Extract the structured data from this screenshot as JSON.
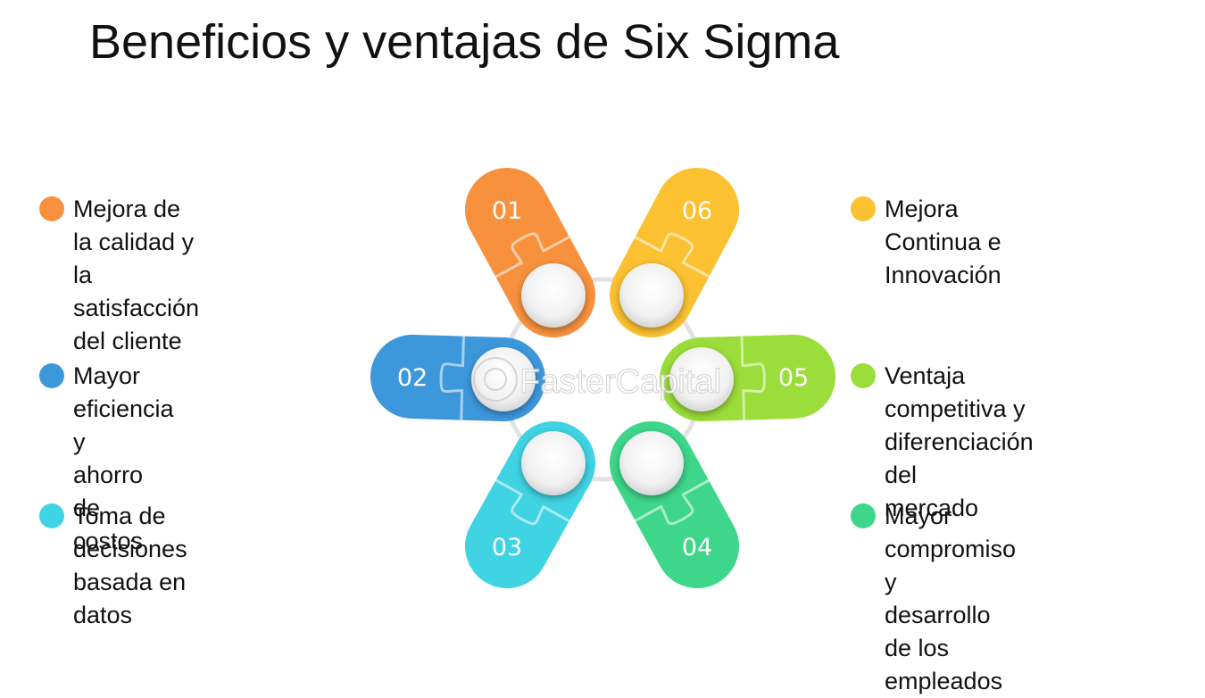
{
  "title": "Beneficios y ventajas de Six Sigma",
  "watermark": "FasterCapital",
  "benefits": [
    {
      "num": "01",
      "text": "Mejora de la calidad y la\nsatisfacción del cliente",
      "color": "#F7913D"
    },
    {
      "num": "02",
      "text": "Mayor eficiencia y\nahorro de costos",
      "color": "#3D97DB"
    },
    {
      "num": "03",
      "text": "Toma de decisiones\nbasada en datos",
      "color": "#3FD3E3"
    },
    {
      "num": "04",
      "text": "Mayor compromiso y\ndesarrollo de los\nempleados",
      "color": "#3ED68A"
    },
    {
      "num": "05",
      "text": "Ventaja competitiva y\ndiferenciación del\nmercado",
      "color": "#9BDD3A"
    },
    {
      "num": "06",
      "text": "Mejora Continua e\nInnovación",
      "color": "#FBC131"
    }
  ]
}
